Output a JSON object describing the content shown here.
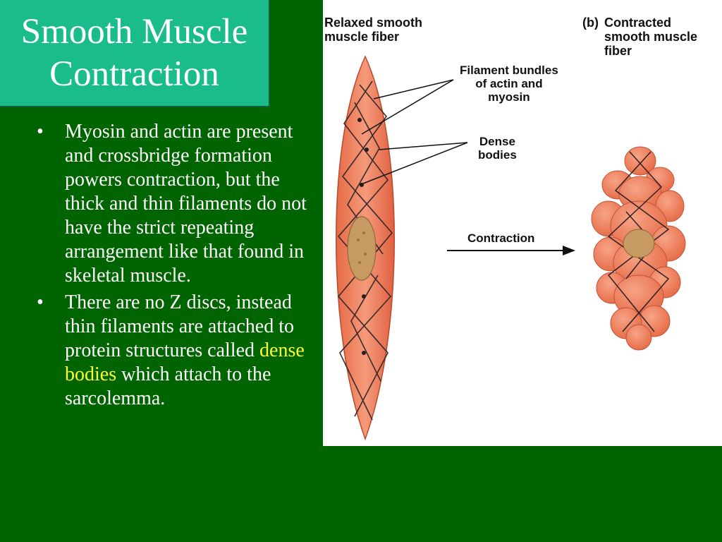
{
  "title": {
    "line1": "Smooth Muscle",
    "line2": "Contraction"
  },
  "bullet_marker": "•",
  "bullets": [
    {
      "text": "Myosin and actin are present and crossbridge formation powers contraction, but the thick and thin filaments do not have the strict repeating arrangement like that found in skeletal muscle."
    },
    {
      "text_before": "There are no Z discs, instead thin filaments are attached to protein structures called ",
      "highlight": "dense bodies",
      "text_after": " which attach to the sarcolemma."
    }
  ],
  "figure": {
    "relaxed_label_line1": "Relaxed smooth",
    "relaxed_label_line2": "muscle fiber",
    "contracted_label_prefix": "(b)",
    "contracted_label_line1": "Contracted",
    "contracted_label_line2": "smooth muscle",
    "contracted_label_line3": "fiber",
    "filament_label_line1": "Filament bundles",
    "filament_label_line2": "of actin and",
    "filament_label_line3": "myosin",
    "dense_label_line1": "Dense",
    "dense_label_line2": "bodies",
    "contraction_label": "Contraction"
  },
  "colors": {
    "background": "#006400",
    "title_box": "#1ABC8C",
    "highlight": "#ffff33",
    "fiber": "#F0805A"
  }
}
